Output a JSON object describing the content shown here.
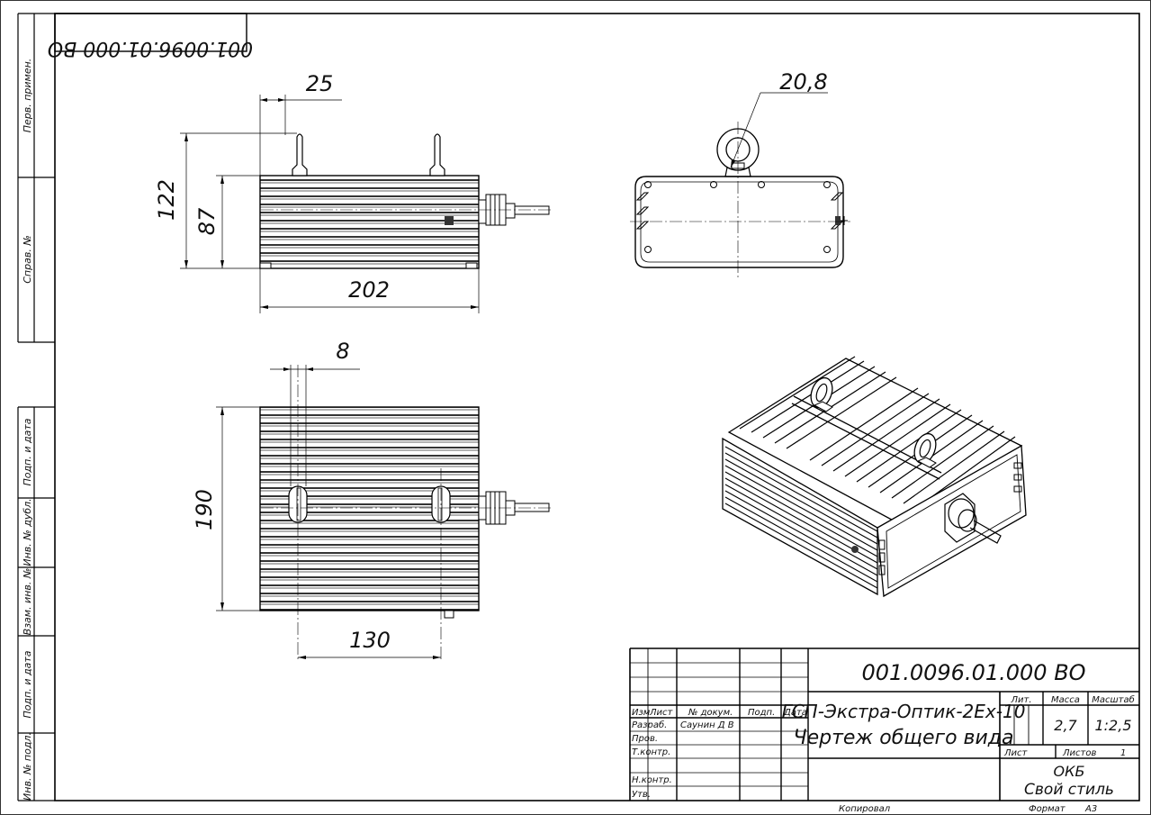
{
  "doc_code": "001.0096.01.000 ВО",
  "side_stamp": [
    "Перв. примен.",
    "Справ. №",
    "Подп. и дата",
    "Инв. № дубл.",
    "Взам. инв. №",
    "Подп. и дата",
    "Инв. № подл."
  ],
  "dims": {
    "d25": "25",
    "d20_8": "20,8",
    "d122": "122",
    "d87": "87",
    "d202": "202",
    "d8": "8",
    "d190": "190",
    "d130": "130"
  },
  "title_block": {
    "code": "001.0096.01.000 ВО",
    "name_line1": "ГСП-Экстра-Оптик-2Ex-10",
    "name_line2": "Чертеж общего вида",
    "hdr_izm": "Изм",
    "hdr_list": "Лист",
    "hdr_ndoc": "№ докум.",
    "hdr_podp": "Подп.",
    "hdr_data": "Дата",
    "row_razrab": "Разраб.",
    "razrab_name": "Саунин Д В",
    "row_prov": "Пров.",
    "row_tkontr": "Т.контр.",
    "row_nkontr": "Н.контр.",
    "row_utv": "Утв.",
    "lit": "Лит.",
    "massa": "Масса",
    "masshtab": "Масштаб",
    "massa_val": "2,7",
    "masshtab_val": "1:2,5",
    "list": "Лист",
    "listov": "Листов",
    "listov_val": "1",
    "org1": "ОКБ",
    "org2": "Свой стиль"
  },
  "footer": {
    "kopiroval": "Копировал",
    "format": "Формат",
    "format_val": "А3"
  }
}
